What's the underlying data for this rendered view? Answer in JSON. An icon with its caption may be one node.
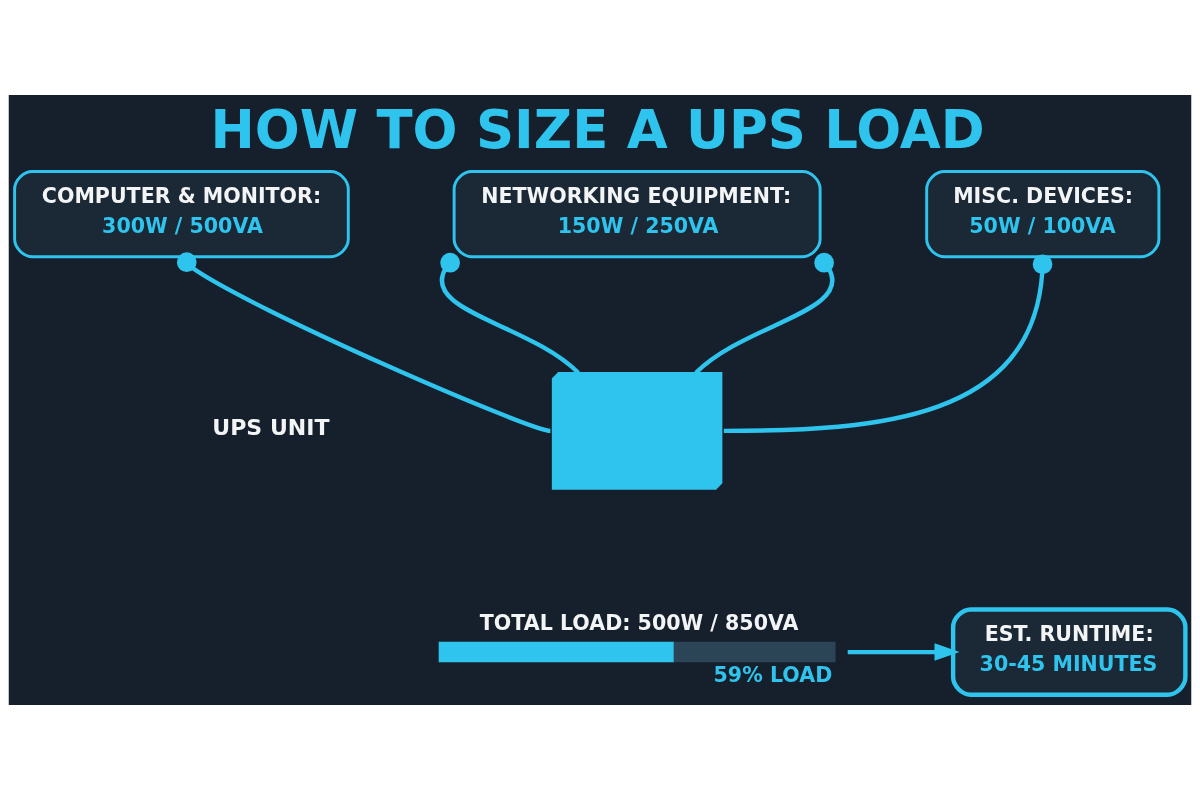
{
  "diagram": {
    "title": "HOW TO SIZE A UPS LOAD",
    "nodes": [
      {
        "text": [
          "COMPUTER & MONITOR:",
          "300W / 500VA"
        ]
      },
      {
        "text": [
          "NETWORKING EQUIPMENT:",
          "150W / 250VA"
        ]
      },
      {
        "text": [
          "MISC. DEVICES:",
          "50W / 100VA"
        ]
      },
      {
        "text": [],
        "shape": "picture"
      },
      {
        "text": [
          "TOTAL LOAD: 500W / 850VA",
          "59% LOAD"
        ]
      },
      {
        "text": [
          "EST. RUNTIME:",
          "30-45 MINUTES"
        ]
      }
    ],
    "edges": [
      {
        "from": 0,
        "to": 3,
        "arrow": "other"
      },
      {
        "from": 1,
        "to": 3,
        "arrow": "other"
      },
      {
        "from": 1,
        "to": 3,
        "arrow": "other"
      },
      {
        "from": 2,
        "to": 3,
        "arrow": "other"
      },
      {
        "from": 4,
        "to": 5,
        "arrow": "to"
      }
    ],
    "labels": [
      "UPS UNIT"
    ]
  }
}
